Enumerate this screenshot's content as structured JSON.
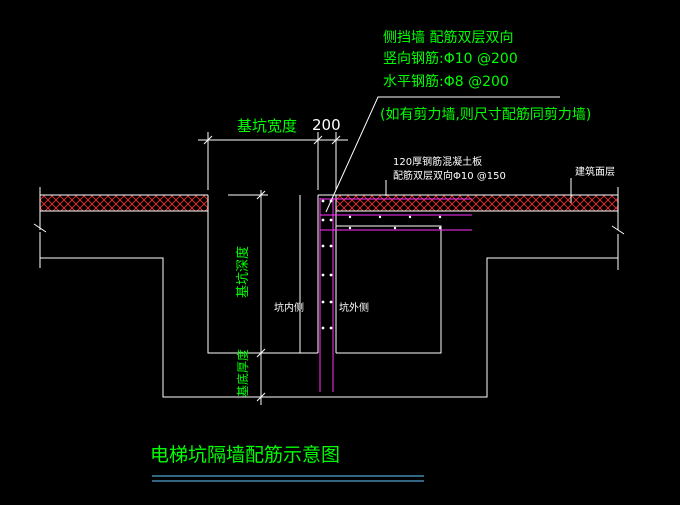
{
  "annotation": {
    "line1": "侧挡墙  配筋双层双向",
    "line2": "竖向钢筋:Φ10 @200",
    "line3": "水平钢筋:Φ8 @200",
    "line4": "(如有剪力墙,则尺寸配筋同剪力墙)"
  },
  "dims": {
    "pit_width": "基坑宽度",
    "wall_thickness": "200",
    "pit_depth": "基坑深度",
    "floor_thickness": "基底厚度"
  },
  "labels": {
    "slab_note_1": "120厚钢筋混凝土板",
    "slab_note_2": "配筋双层双向Φ10 @150",
    "floor_level": "建筑面层",
    "pit_inside": "坑内侧",
    "pit_outside": "坑外侧"
  },
  "title": "电梯坑隔墙配筋示意图",
  "colors": {
    "background": "#000000",
    "green": "#00ff00",
    "white": "#ffffff",
    "magenta": "#ff33ff",
    "hatch": "#ff3030",
    "cyan": "#66ccff"
  }
}
